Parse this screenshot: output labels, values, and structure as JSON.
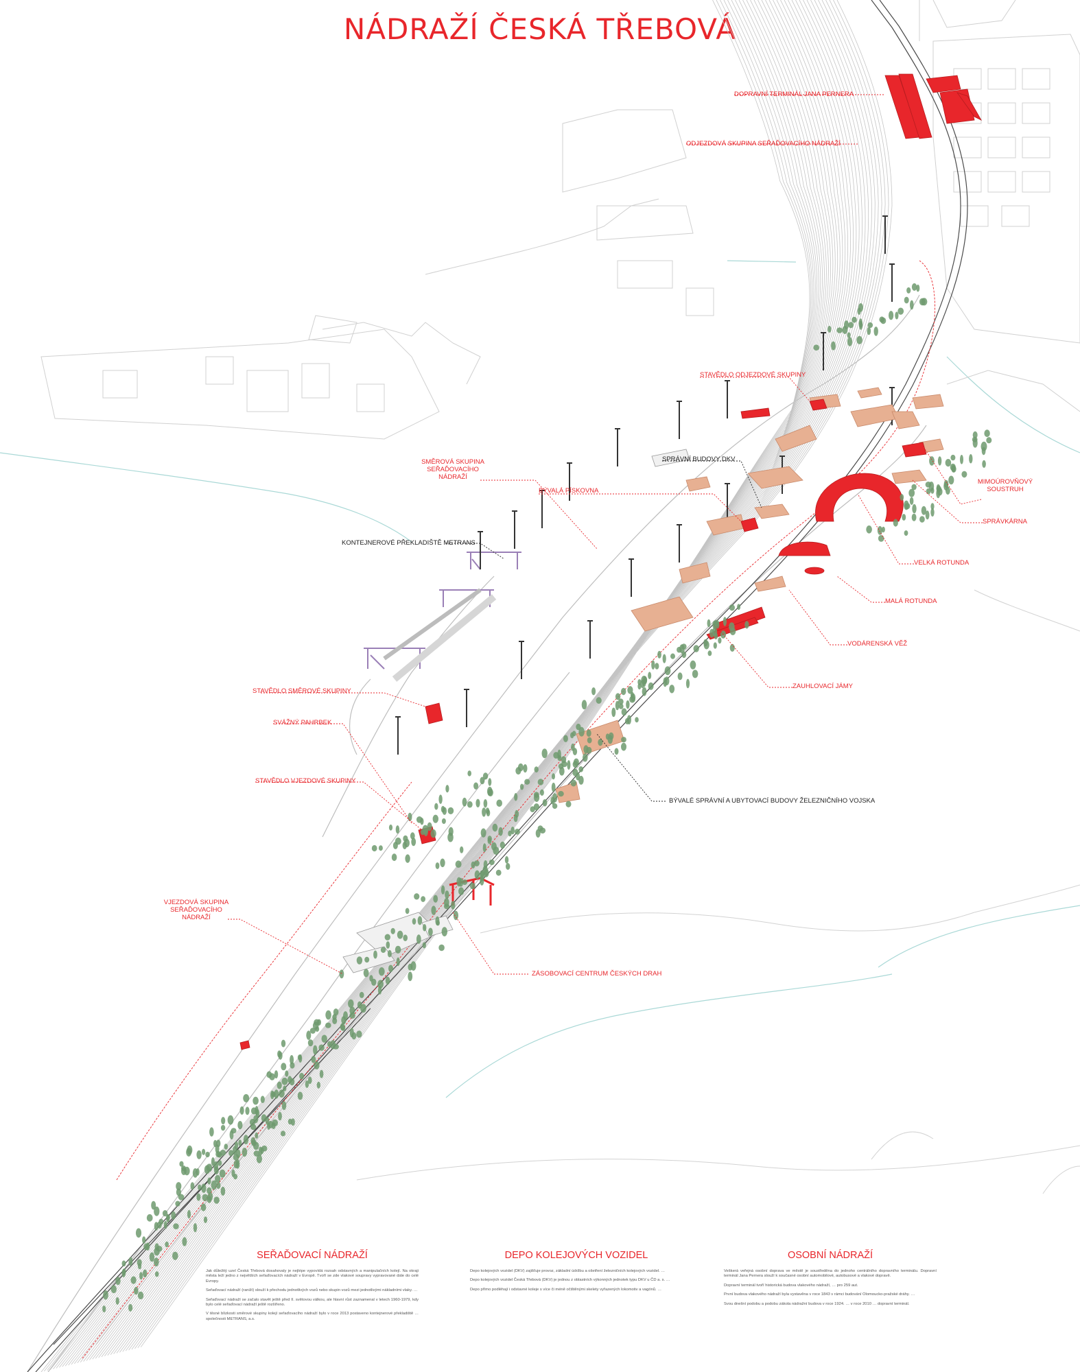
{
  "title": "NÁDRAŽÍ ČESKÁ TŘEBOVÁ",
  "colors": {
    "accent": "#e8262b",
    "track": "#c4c4c4",
    "building_base": "#e7b092",
    "crane": "#9a7fb6",
    "tree": "#6f9a6f",
    "water": "#9fd2d0",
    "text": "#555555"
  },
  "labels": {
    "terminal": "DOPRAVNÍ TERMINÁL JANA PERNERA",
    "odjezdova_skupina": "ODJEZDOVÁ SKUPINA SEŘAĎOVACÍHO NÁDRAŽÍ",
    "stavedlo_odjezdove": "STAVĚDLO ODJEZDOVÉ SKUPINY",
    "smerova_skupina": "SMĚROVÁ SKUPINA SEŘAĎOVACÍHO NÁDRAŽÍ",
    "spravni_budovy": "SPRÁVNÍ BUDOVY DKV",
    "piskovna": "BÝVALÁ PÍSKOVNA",
    "mimourovnovy": "MIMOÚROVŇOVÝ SOUSTRUH",
    "spravkarna": "SPRÁVKÁRNA",
    "kontejnerove": "KONTEJNEROVÉ PŘEKLADIŠTĚ METRANS",
    "velka_rotunda": "VELKÁ ROTUNDA",
    "mala_rotunda": "MALÁ ROTUNDA",
    "vodarenska_vez": "VODÁRENSKÁ VĚŽ",
    "stavedlo_smerove": "STAVĚDLO SMĚROVÉ SKUPINY",
    "zauhlovaci": "ZAUHLOVACÍ JÁMY",
    "svazny": "SVÁŽNÝ PAHRBEK",
    "byvale_spravni": "BÝVALÉ SPRÁVNÍ A UBYTOVACÍ BUDOVY ŽELEZNIČNÍHO VOJSKA",
    "stavedlo_vjezdove": "STAVĚDLO VJEZDOVÉ SKUPINY",
    "vjezdova_skupina": "VJEZDOVÁ SKUPINA SEŘAĎOVACÍHO NÁDRAŽÍ",
    "zasobovaci": "ZÁSOBOVACÍ CENTRUM ČESKÝCH DRAH"
  },
  "columns": [
    {
      "heading": "SEŘAĎOVACÍ NÁDRAŽÍ",
      "paragraphs": [
        "Jak důležitý uzel Česká Třebová dosahovaly je nejlépe vypovídá rozsah odstavných a manipulačních kolejí. Na okraji města leží jedno z největších seřaďovacích nádraží v Evropě. Tvoří se zde vlakové soupravy vypravované dále do celé Evropy.",
        "Seřaďovací nádraží (raniží) slouží k přechodu jednotlivých vozů nebo skupin vozů mezi jednotlivými nákladními vlaky. …",
        "Seřaďovací nádraží se začalo stavět ještě před II. světovou válkou, ale hlavní růst zaznamenal v letech 1960-1979, kdy bylo celé seřaďovací nádraží ještě rozšířeno.",
        "V těsné blízkosti směrové skupiny kolejí seřaďovacího nádraží bylo v roce 2013 postaveno kontejnerové překladiště … společnosti METRANS, a.s."
      ]
    },
    {
      "heading": "DEPO KOLEJOVÝCH VOZIDEL",
      "paragraphs": [
        "Depo kolejových vozidel (DKV) zajišťuje provoz, základní údržbu a ošetření železničních kolejových vozidel. …",
        "Depo kolejových vozidel Česká Třebová (DKV) je jednou z oblastních výkonných jednotek typu DKV u ČD a. s. …",
        "Depo přímo podléhají i odstavné koleje s více či méně očištěnými skelety vyřazených lokomotiv a vagónů. …"
      ]
    },
    {
      "heading": "OSOBNÍ NÁDRAŽÍ",
      "paragraphs": [
        "Veškerá veřejná osobní doprava ve městě je soustředěna do jednoho centrálního dopravního terminálu. Dopravní terminál Jana Pernera slouží k současné osobní automobilové, autobusové a vlakové dopravě.",
        "Dopravní terminál tvoří historická budova vlakového nádraží, … pro 259 aut.",
        "První budova vlakového nádraží byla vystavěna v roce 1843 v rámci budování Olomoucko-pražské dráhy. …",
        "Svou dnešní podobu a podobu zákola nádražní budova v roce 1924. … v roce 2010 … dopravní terminál."
      ]
    }
  ]
}
